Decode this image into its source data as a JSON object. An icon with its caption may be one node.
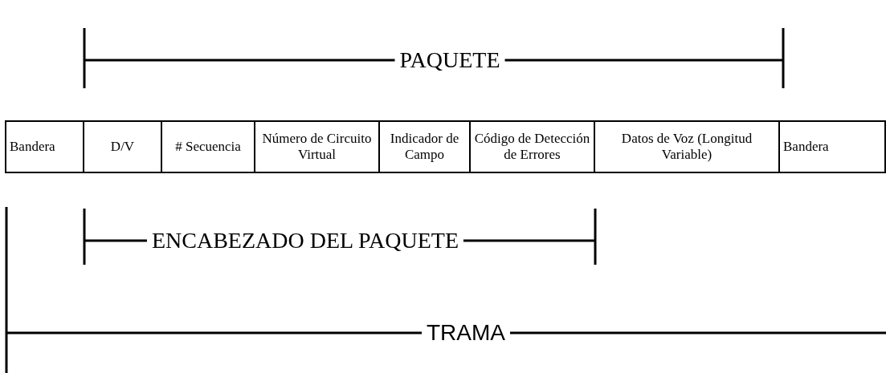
{
  "diagram": {
    "nodes": [
      {
        "text": [
          "Bandera"
        ]
      },
      {
        "text": [
          "D/V"
        ]
      },
      {
        "text": [
          "# Secuencia"
        ]
      },
      {
        "text": [
          "Número de Circuito Virtual"
        ]
      },
      {
        "text": [
          "Indicador de Campo"
        ]
      },
      {
        "text": [
          "Código de Detección de Errores"
        ]
      },
      {
        "text": [
          "Datos de Voz (Longitud Variable)"
        ]
      },
      {
        "text": [
          "Bandera"
        ]
      }
    ],
    "labels": [
      "PAQUETE",
      "ENCABEZADO DEL PAQUETE",
      "TRAMA"
    ]
  }
}
